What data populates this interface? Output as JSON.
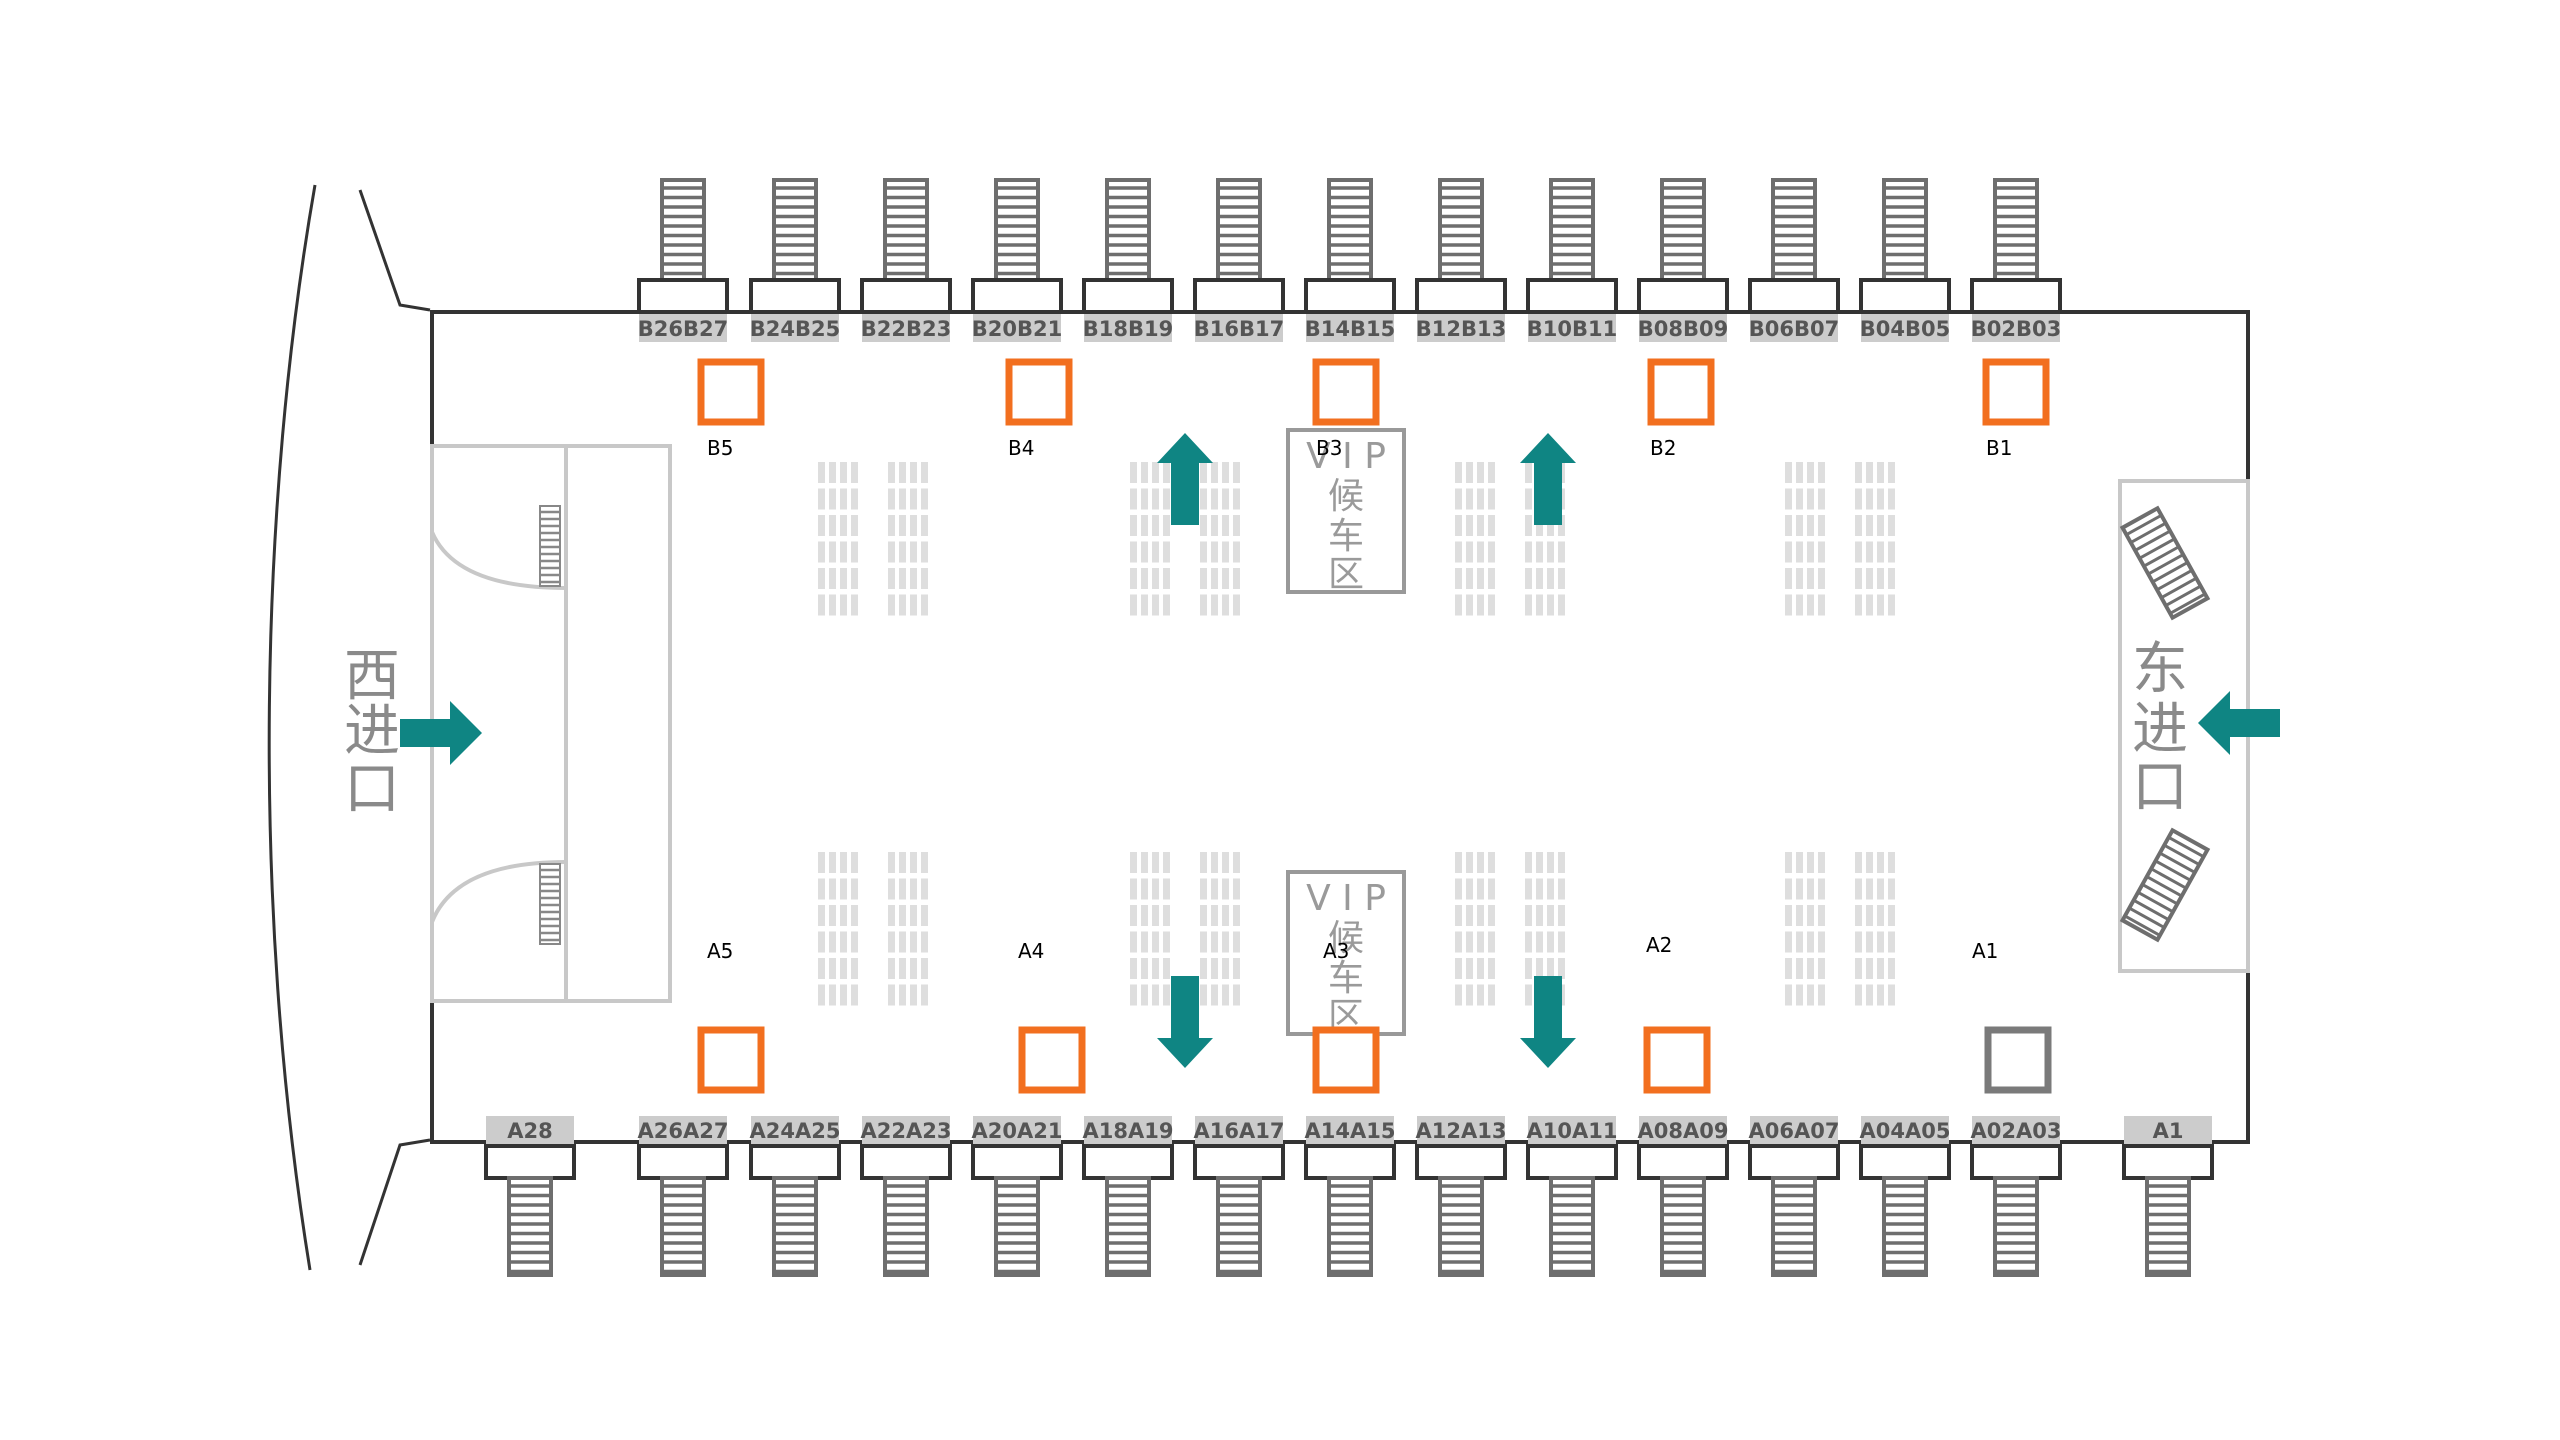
{
  "colors": {
    "wall": "#333333",
    "light_wall": "#bdbdbd",
    "stair": "#6e6e6e",
    "label_bg": "#cccccc",
    "orange": "#f26f1f",
    "gray_box": "#7a7a7a",
    "teal": "#0f8583",
    "seat": "#dedede"
  },
  "entrances": {
    "west": [
      "西",
      "进",
      "口"
    ],
    "east": [
      "东",
      "进",
      "口"
    ]
  },
  "vip": [
    "V I P",
    "候",
    "车",
    "区"
  ],
  "top_gates": [
    "B26B27",
    "B24B25",
    "B22B23",
    "B20B21",
    "B18B19",
    "B16B17",
    "B14B15",
    "B12B13",
    "B10B11",
    "B08B09",
    "B06B07",
    "B04B05",
    "B02B03"
  ],
  "bottom_gates": [
    "A28",
    "A26A27",
    "A24A25",
    "A22A23",
    "A20A21",
    "A18A19",
    "A16A17",
    "A14A15",
    "A12A13",
    "A10A11",
    "A08A09",
    "A06A07",
    "A04A05",
    "A02A03",
    "A1"
  ],
  "top_points": [
    "B5",
    "B4",
    "B3",
    "B2",
    "B1"
  ],
  "bottom_points": [
    "A5",
    "A4",
    "A3",
    "A2",
    "A1"
  ]
}
